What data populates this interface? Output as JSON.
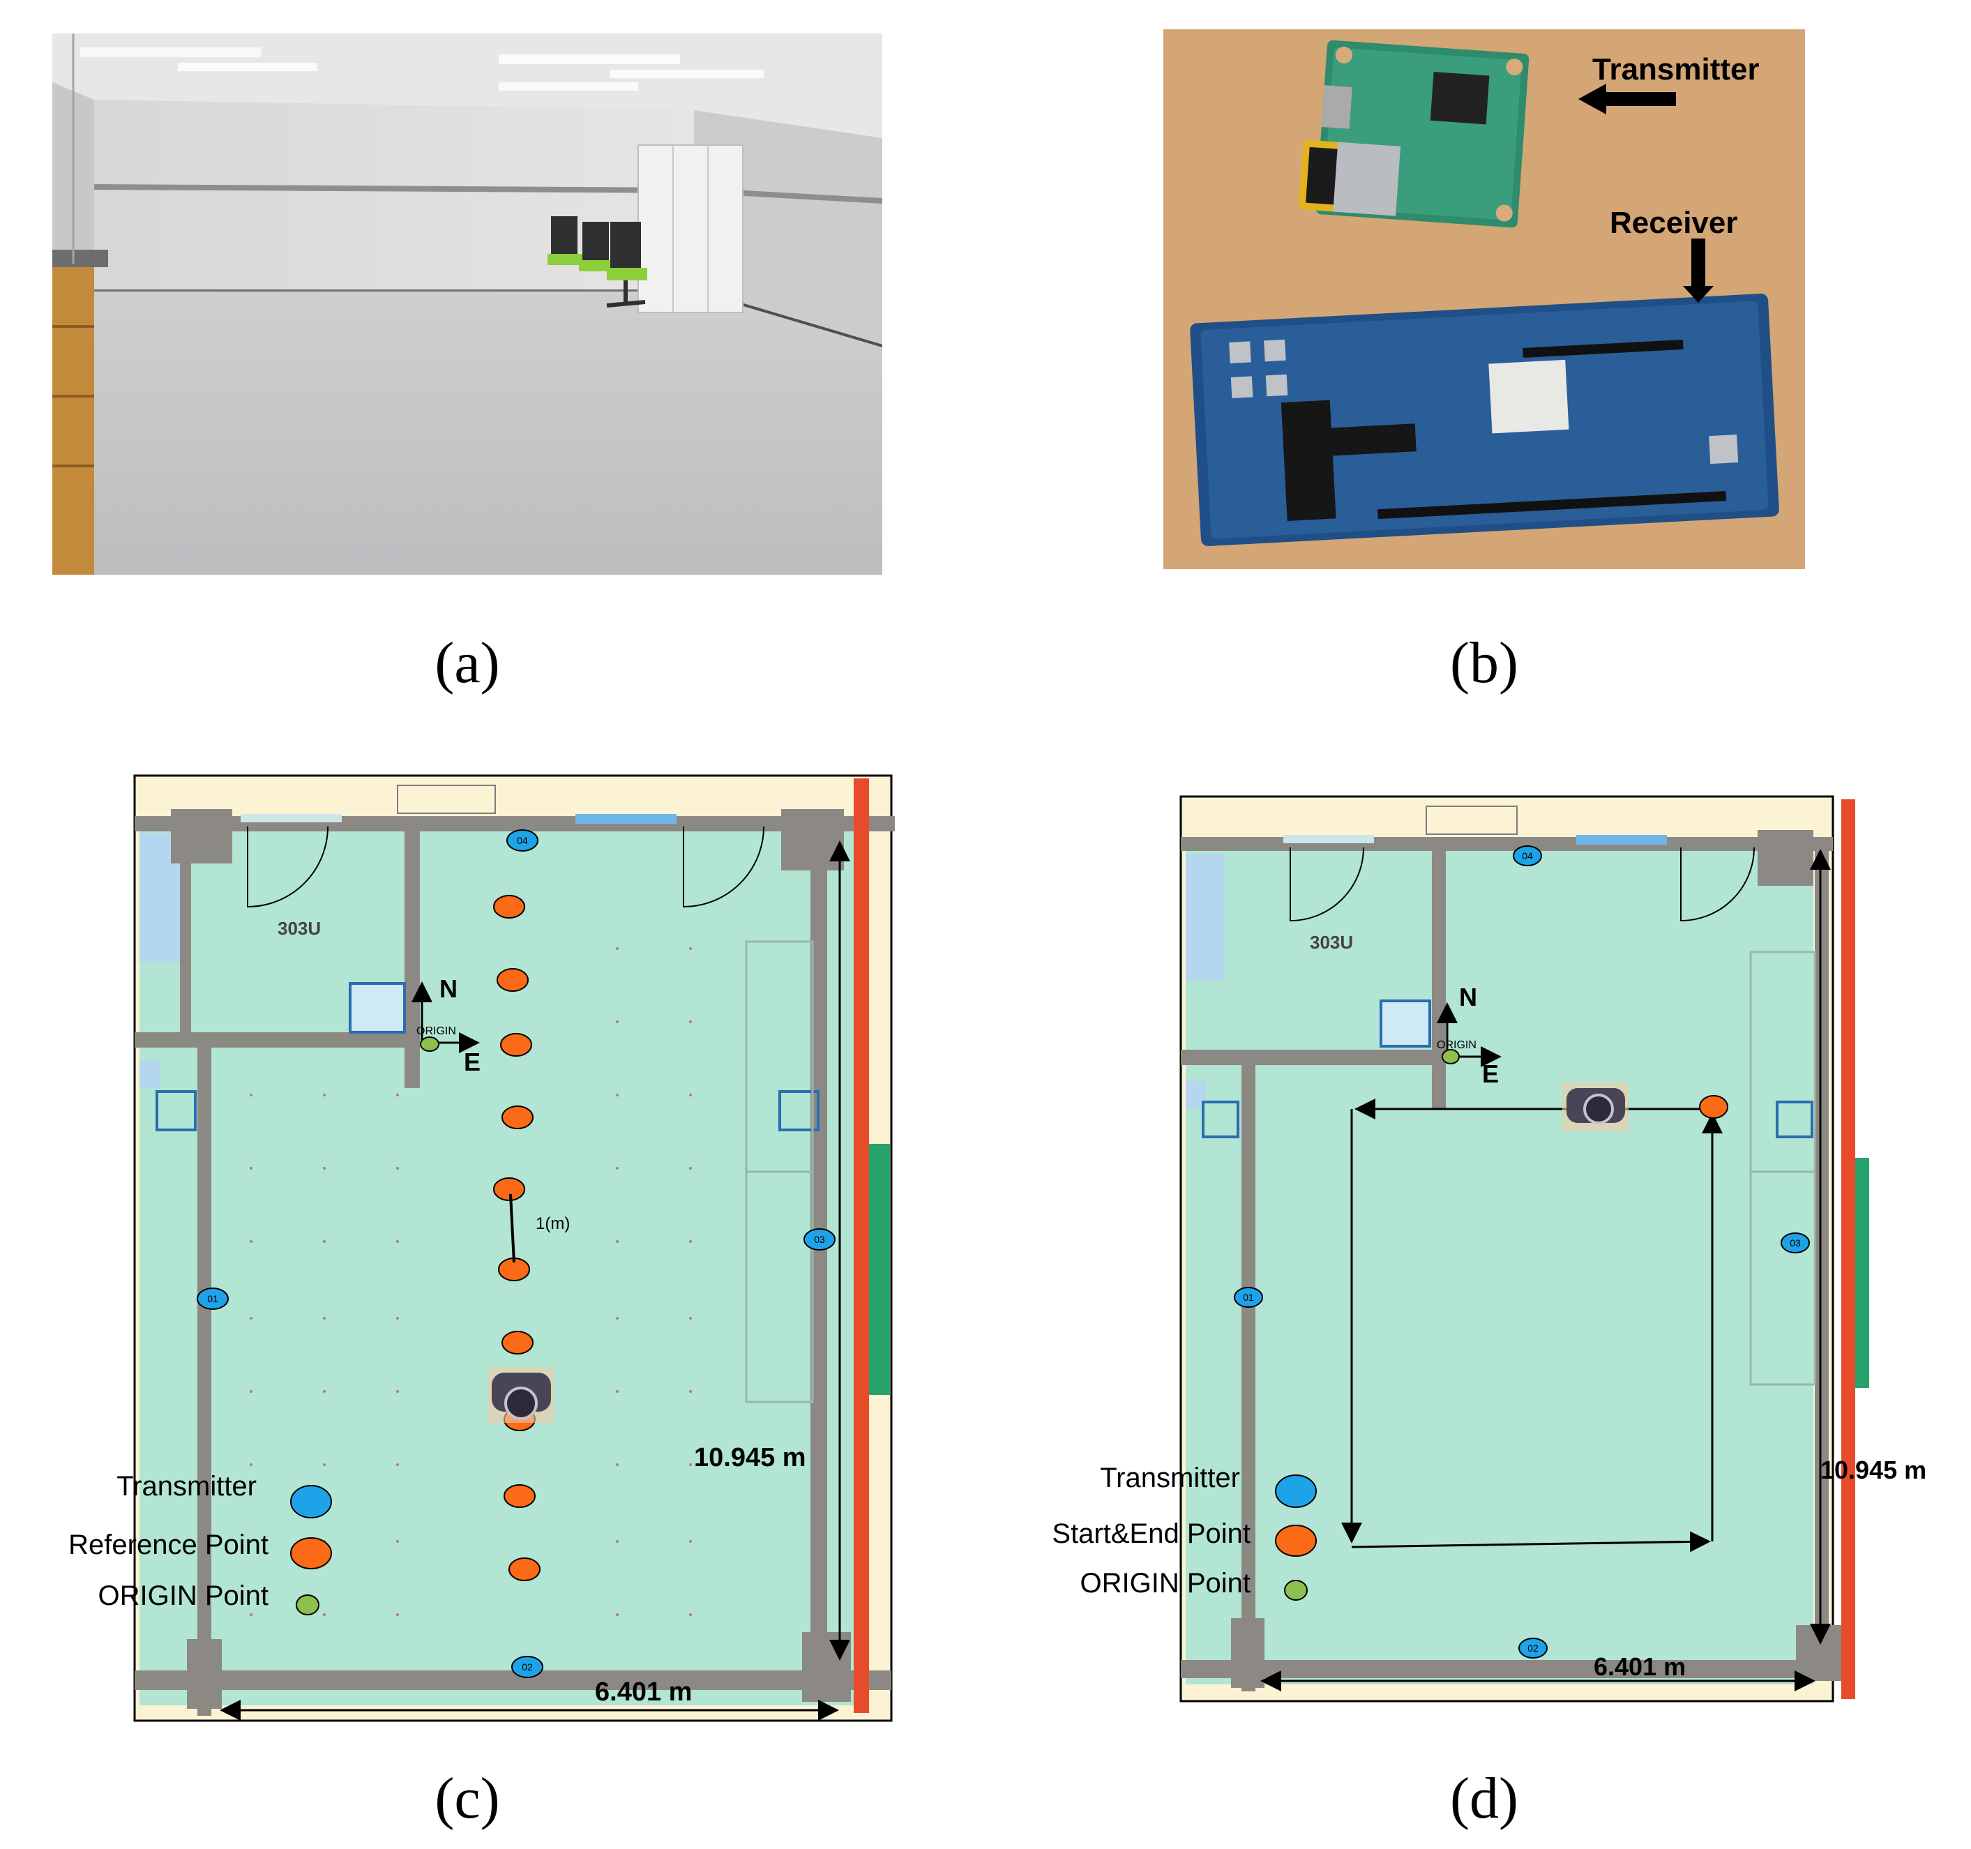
{
  "captions": {
    "a": "(a)",
    "b": "(b)",
    "c": "(c)",
    "d": "(d)"
  },
  "panel_b": {
    "transmitter_label": "Transmitter",
    "receiver_label": "Receiver"
  },
  "floorplan_c": {
    "room_label": "303U",
    "north_label": "N",
    "east_label": "E",
    "origin_label": "ORIGIN",
    "spacing_label": "1(m)",
    "height_label": "10.945 m",
    "width_label": "6.401 m",
    "transmitters": [
      "01",
      "02",
      "03",
      "04"
    ],
    "legend": {
      "transmitter": "Transmitter",
      "point": "Reference Point",
      "origin": "ORIGIN Point"
    }
  },
  "floorplan_d": {
    "room_label": "303U",
    "north_label": "N",
    "east_label": "E",
    "origin_label": "ORIGIN",
    "height_label": "10.945 m",
    "width_label": "6.401 m",
    "transmitters": [
      "01",
      "02",
      "03",
      "04"
    ],
    "legend": {
      "transmitter": "Transmitter",
      "point": "Start&End Point",
      "origin": "ORIGIN Point"
    }
  },
  "colors": {
    "transmitter": "#1fa3e8",
    "point": "#fb6a16",
    "origin": "#8fbf4f",
    "floor": "#b2e5d3",
    "wall": "#8c8984"
  }
}
